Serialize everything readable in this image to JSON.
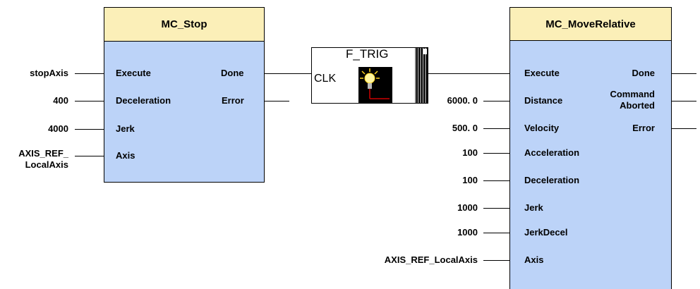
{
  "mc_stop": {
    "title": "MC_Stop",
    "inputs": [
      "Execute",
      "Deceleration",
      "Jerk",
      "Axis"
    ],
    "outputs": [
      "Done",
      "Error"
    ],
    "input_values": [
      "stopAxis",
      "400",
      "4000",
      "AXIS_REF_\nLocalAxis"
    ]
  },
  "f_trig": {
    "title": "F_TRIG",
    "input": "CLK",
    "icon": "lightbulb-icon"
  },
  "mc_move": {
    "title": "MC_MoveRelative",
    "inputs": [
      "Execute",
      "Distance",
      "Velocity",
      "Acceleration",
      "Deceleration",
      "Jerk",
      "JerkDecel",
      "Axis"
    ],
    "outputs": [
      "Done",
      "Command\nAborted",
      "Error"
    ],
    "input_values": [
      "6000. 0",
      "500. 0",
      "100",
      "100",
      "1000",
      "1000",
      "AXIS_REF_LocalAxis"
    ]
  },
  "colors": {
    "header": "#fbefb8",
    "body": "#bcd3f8",
    "line": "#000000"
  }
}
